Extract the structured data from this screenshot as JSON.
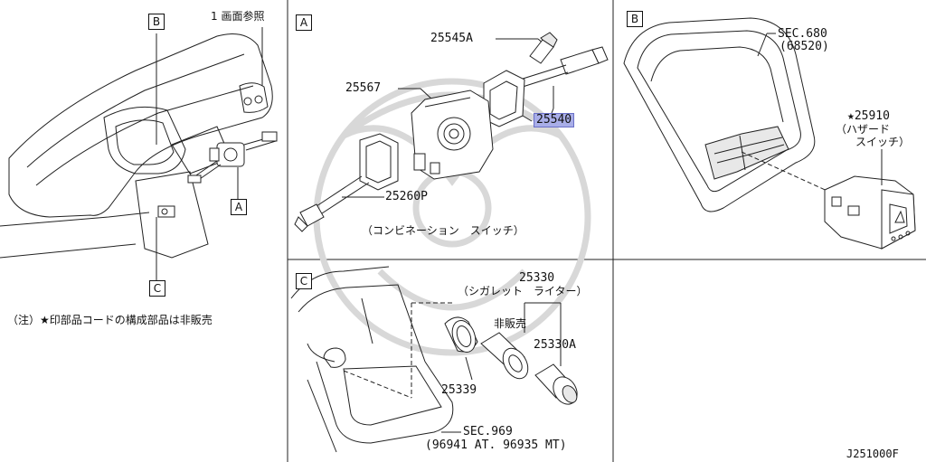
{
  "overview": {
    "ref_note": "1 画面参照",
    "callout_b": "B",
    "callout_a": "A",
    "callout_c": "C",
    "footnote": "（注）★印部品コードの構成部品は非販売"
  },
  "panel_a": {
    "label": "A",
    "part_25545a": "25545A",
    "part_25567": "25567",
    "part_25540": "25540",
    "part_25260p": "25260P",
    "caption": "（コンビネーション　スイッチ）"
  },
  "panel_b": {
    "label": "B",
    "sec_label": "SEC.680",
    "sec_sub": "(68520)",
    "part_25910": "★25910",
    "part_25910_name_1": "（ハザード",
    "part_25910_name_2": "スイッチ）"
  },
  "panel_c": {
    "label": "C",
    "part_25330": "25330",
    "part_25330_name": "（シガレット　ライター）",
    "not_for_sale": "非販売",
    "part_25330a": "25330A",
    "part_25339": "25339",
    "sec_label": "SEC.969",
    "sec_sub": "(96941 AT. 96935 MT)"
  },
  "figure_code": "J251000F"
}
